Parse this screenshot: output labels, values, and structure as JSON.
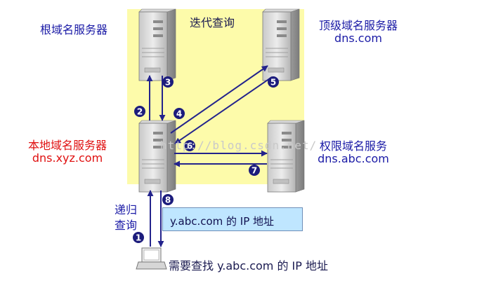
{
  "title": "迭代查询",
  "servers": {
    "root": {
      "name": "根域名服务器",
      "icon": "server-tower-icon"
    },
    "tld": {
      "name": "顶级域名服务器",
      "domain": "dns.com",
      "icon": "server-tower-icon"
    },
    "local": {
      "name": "本地域名服务器",
      "domain": "dns.xyz.com",
      "icon": "server-tower-icon"
    },
    "authoritative": {
      "name": "权限域名服务",
      "domain": "dns.abc.com",
      "icon": "server-tower-icon"
    }
  },
  "client": {
    "query": "需要查找 y.abc.com 的 IP 地址",
    "icon": "laptop-icon"
  },
  "recursive_label": [
    "递归",
    "查询"
  ],
  "answer": "y.abc.com 的 IP 地址",
  "steps": [
    "1",
    "2",
    "3",
    "4",
    "5",
    "6",
    "7",
    "8"
  ],
  "watermark": "http://blog.csdn.net/",
  "colors": {
    "panel": "#fdfbaa",
    "arrow": "#23238c",
    "step_badge": "#1c1c7c",
    "label_blue": "#1a1aa6",
    "label_red": "#e01010",
    "answer_box": "#bfe6ff"
  }
}
